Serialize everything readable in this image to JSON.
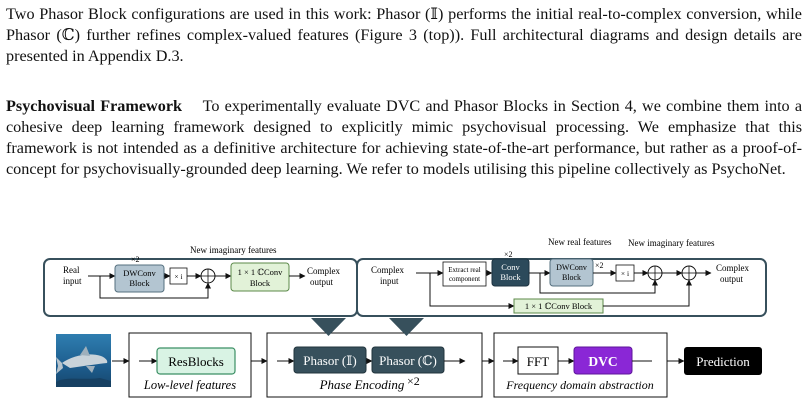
{
  "paragraph1": {
    "text": "Two Phasor Block configurations are used in this work: Phasor (𝕀) performs the initial real-to-complex conversion, while Phasor (ℂ) further refines complex-valued features (Figure 3 (top)). Full architectural diagrams and design details are presented in Appendix D.3."
  },
  "paragraph2": {
    "heading": "Psychovisual Framework",
    "text": "To experimentally evaluate DVC and Phasor Blocks in Section 4, we combine them into a cohesive deep learning framework designed to explicitly mimic psychovisual processing. We emphasize that this framework is not intended as a definitive architecture for achieving state-of-the-art performance, but rather as a proof-of-concept for psychovisually-grounded deep learning. We refer to models utilising this pipeline collectively as PsychoNet."
  },
  "figure": {
    "left_panel": {
      "input": [
        "Real",
        "input"
      ],
      "repeat": "×2",
      "dwconv": [
        "DWConv",
        "Block"
      ],
      "mul_i": "× i",
      "annotation": "New imaginary features",
      "cconv": [
        "1 × 1 ℂConv",
        "Block"
      ],
      "output": [
        "Complex",
        "output"
      ]
    },
    "right_panel": {
      "input": [
        "Complex",
        "input"
      ],
      "extract": [
        "Extract real",
        "component"
      ],
      "repeat_conv": "×2",
      "conv": [
        "Conv",
        "Block"
      ],
      "annotation_real": "New real features",
      "annotation_imag": "New imaginary features",
      "dwconv": [
        "DWConv",
        "Block"
      ],
      "repeat_dw": "×2",
      "mul_i": "× i",
      "output": [
        "Complex",
        "output"
      ],
      "cconv_wide": "1 × 1 ℂConv Block"
    },
    "pipeline": {
      "resblocks": "ResBlocks",
      "low_level_caption": "Low-level features",
      "phasor_real": "Phasor (𝕀)",
      "phasor_complex": "Phasor (ℂ)",
      "phase_caption": "Phase Encoding",
      "phase_repeat": "×2",
      "fft": "FFT",
      "dvc": "DVC",
      "freq_caption": "Frequency domain abstraction",
      "prediction": "Prediction"
    },
    "colors": {
      "panel_border": "#37505c",
      "dwconv_fill": "#b3c5d1",
      "conv_fill": "#2c4a5b",
      "cconv_fill": "#e2f2d8",
      "cconv_border": "#5c8a4a",
      "resblocks_fill": "#d9f3e4",
      "resblocks_border": "#3b8f64",
      "phasor_fill": "#37505c",
      "dvc_fill": "#8a27d6",
      "prediction_fill": "#000000",
      "triangle_fill": "#37505c"
    }
  }
}
